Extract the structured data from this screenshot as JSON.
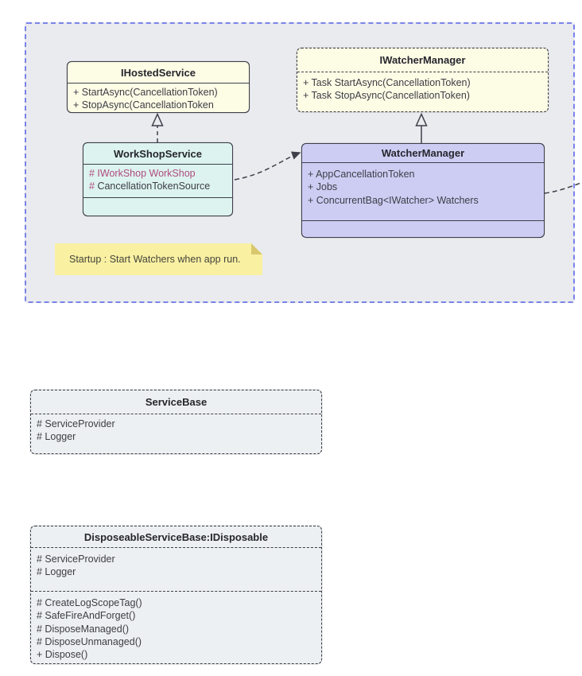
{
  "colors": {
    "group_border": "#7b82e8",
    "group_bg": "#e9ebef",
    "interface_fill": "#fdfce5",
    "workshop_fill": "#dcf3ef",
    "watcher_fill": "#cdcdf4",
    "note_fill": "#f9f0a2",
    "base_fill": "#edf0f2",
    "stroke": "#3f3f4a",
    "accent_text": "#b14b7f"
  },
  "classes": {
    "ihosted_service": {
      "title": "IHostedService",
      "members": [
        "+ StartAsync(CancellationToken)",
        "+ StopAsync(CancellationToken"
      ]
    },
    "iwatcher_manager": {
      "title": "IWatcherManager",
      "members": [
        "+ Task StartAsync(CancellationToken)",
        "+ Task StopAsync(CancellationToken)"
      ]
    },
    "workshop_service": {
      "title": "WorkShopService",
      "attr1": "# IWorkShop WorkShop",
      "attr2_prefix": "# ",
      "attr2_text": "CancellationTokenSource"
    },
    "watcher_manager": {
      "title": "WatcherManager",
      "attributes": [
        "+ AppCancellationToken",
        "+ Jobs",
        "+ ConcurrentBag<IWatcher> Watchers"
      ]
    },
    "service_base": {
      "title": "ServiceBase",
      "attributes": [
        "# ServiceProvider",
        "# Logger"
      ]
    },
    "disposeable_service_base": {
      "title": "DisposeableServiceBase:IDisposable",
      "attributes": [
        "# ServiceProvider",
        "# Logger"
      ],
      "methods": [
        "# CreateLogScopeTag()",
        "# SafeFireAndForget()",
        "# DisposeManaged()",
        "# DisposeUnmanaged()",
        "+ Dispose()"
      ]
    }
  },
  "note": {
    "text": "Startup : Start Watchers when app run."
  }
}
